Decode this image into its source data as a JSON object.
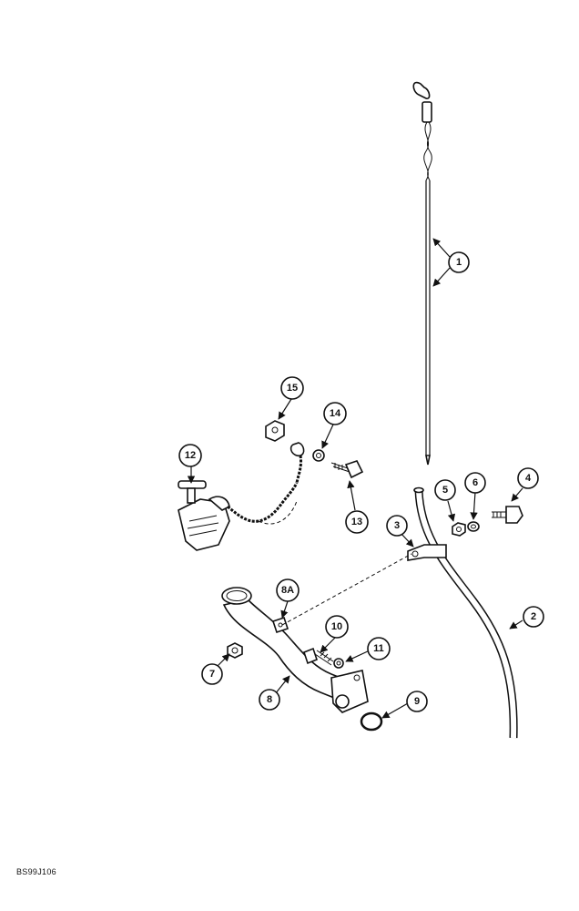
{
  "figure_code": "BS99J106",
  "callouts": {
    "c1": "1",
    "c2": "2",
    "c3": "3",
    "c4": "4",
    "c5": "5",
    "c6": "6",
    "c7": "7",
    "c8": "8",
    "c8a": "8A",
    "c9": "9",
    "c10": "10",
    "c11": "11",
    "c12": "12",
    "c13": "13",
    "c14": "14",
    "c15": "15"
  }
}
